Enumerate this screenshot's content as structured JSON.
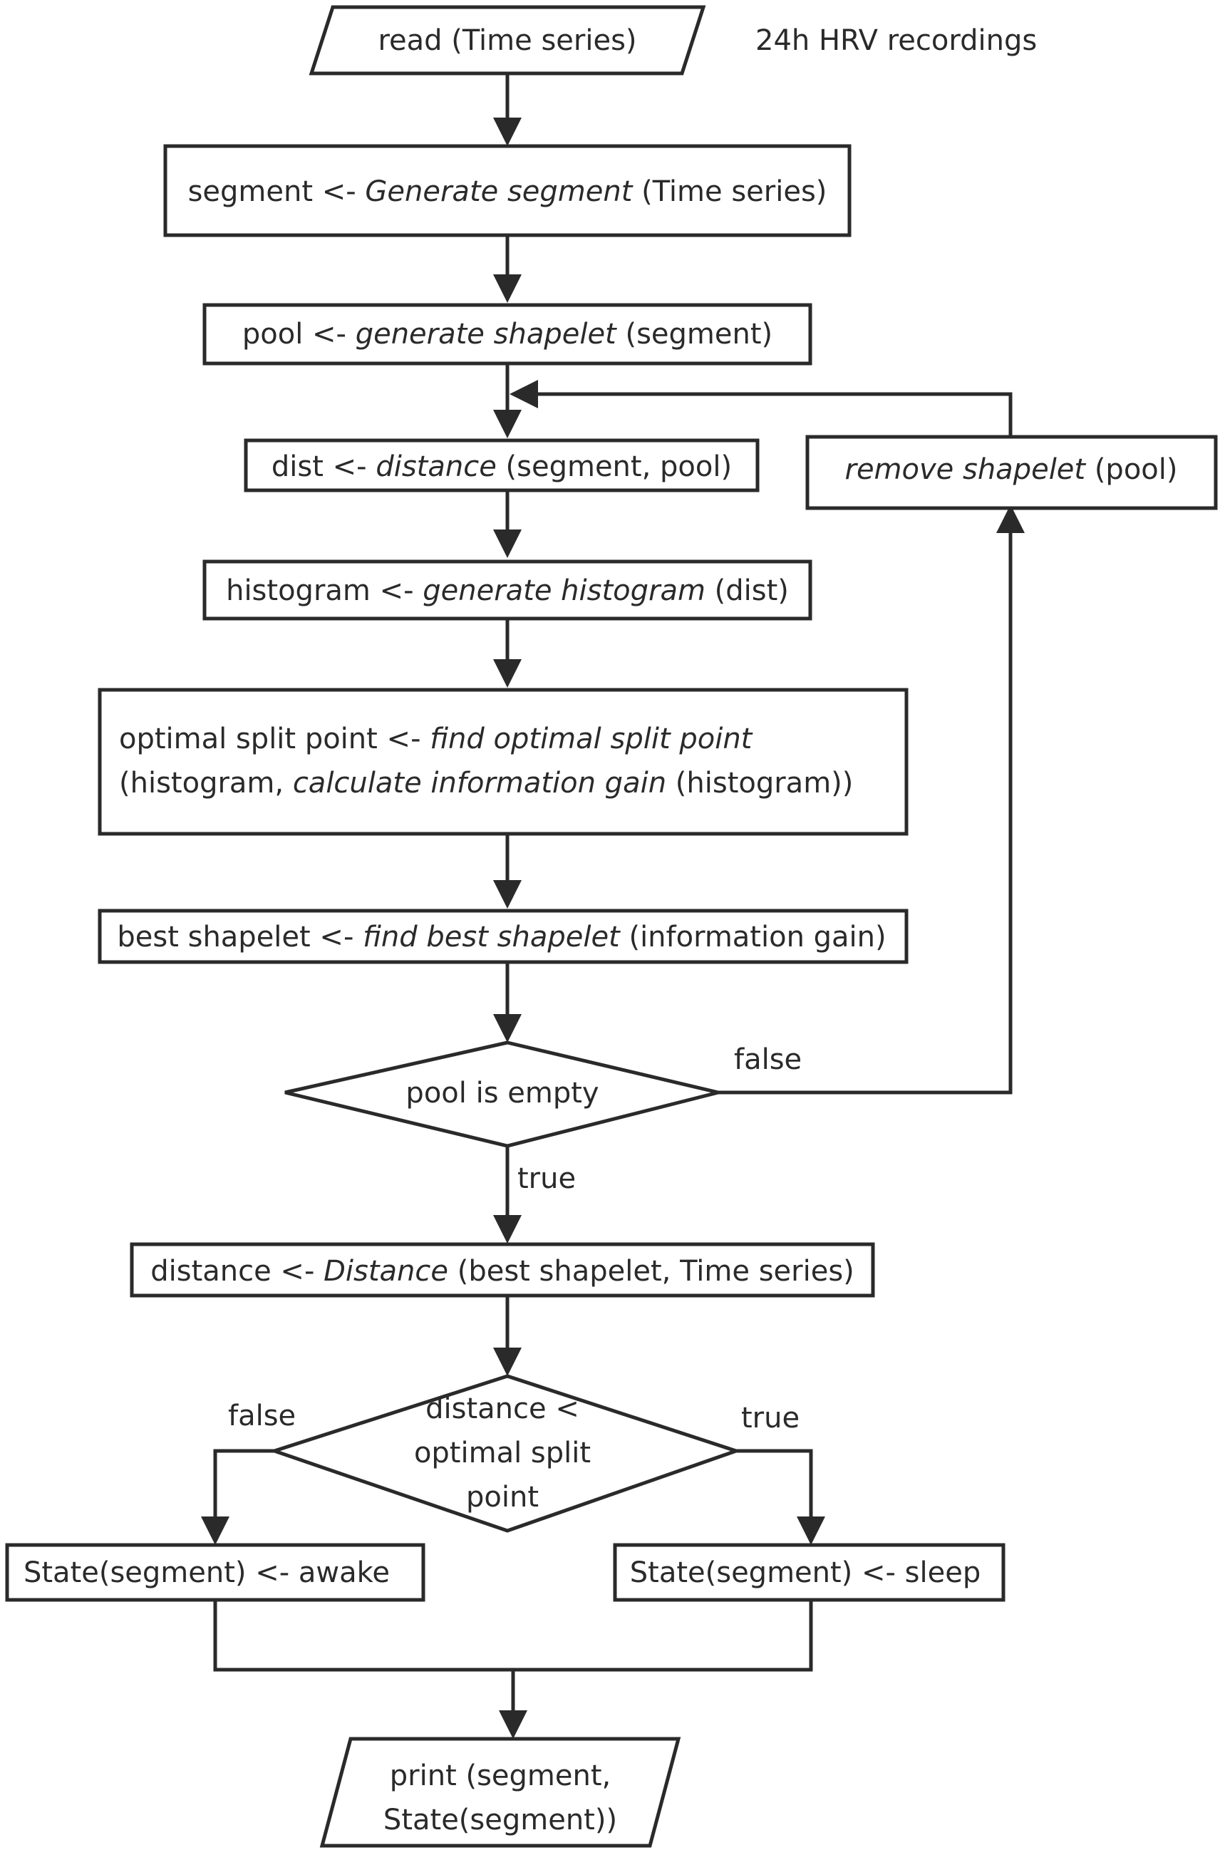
{
  "diagram": {
    "note": "24h HRV recordings",
    "nodes": {
      "read": {
        "type": "io",
        "lines": [
          [
            {
              "t": "read (Time series)"
            }
          ]
        ]
      },
      "segment": {
        "type": "process",
        "lines": [
          [
            {
              "t": "segment <- "
            },
            {
              "t": "Generate segment",
              "i": true
            },
            {
              "t": " (Time series)"
            }
          ]
        ]
      },
      "pool": {
        "type": "process",
        "lines": [
          [
            {
              "t": "pool <- "
            },
            {
              "t": "generate shapelet",
              "i": true
            },
            {
              "t": " (segment)"
            }
          ]
        ]
      },
      "dist": {
        "type": "process",
        "lines": [
          [
            {
              "t": "dist <- "
            },
            {
              "t": "distance",
              "i": true
            },
            {
              "t": " (segment, pool)"
            }
          ]
        ]
      },
      "remove": {
        "type": "process",
        "lines": [
          [
            {
              "t": "remove shapelet",
              "i": true
            },
            {
              "t": " (pool)"
            }
          ]
        ]
      },
      "histogram": {
        "type": "process",
        "lines": [
          [
            {
              "t": "histogram <- "
            },
            {
              "t": "generate histogram",
              "i": true
            },
            {
              "t": " (dist)"
            }
          ]
        ]
      },
      "split": {
        "type": "process",
        "lines": [
          [
            {
              "t": "optimal split point <- "
            },
            {
              "t": "find optimal split point",
              "i": true
            }
          ],
          [
            {
              "t": "(histogram, "
            },
            {
              "t": "calculate information gain",
              "i": true
            },
            {
              "t": " (histogram))"
            }
          ]
        ]
      },
      "best": {
        "type": "process",
        "lines": [
          [
            {
              "t": "best shapelet <- "
            },
            {
              "t": "find best shapelet",
              "i": true
            },
            {
              "t": " (information gain)"
            }
          ]
        ]
      },
      "empty": {
        "type": "decision",
        "lines": [
          [
            {
              "t": "pool is empty"
            }
          ]
        ]
      },
      "distance": {
        "type": "process",
        "lines": [
          [
            {
              "t": "distance <- "
            },
            {
              "t": "Distance",
              "i": true
            },
            {
              "t": " (best shapelet, Time series)"
            }
          ]
        ]
      },
      "compare": {
        "type": "decision",
        "lines": [
          [
            {
              "t": "distance <"
            }
          ],
          [
            {
              "t": "optimal split"
            }
          ],
          [
            {
              "t": "point"
            }
          ]
        ]
      },
      "awake": {
        "type": "process",
        "lines": [
          [
            {
              "t": "State(segment) <- awake"
            }
          ]
        ]
      },
      "sleep": {
        "type": "process",
        "lines": [
          [
            {
              "t": "State(segment) <- sleep"
            }
          ]
        ]
      },
      "print": {
        "type": "io",
        "lines": [
          [
            {
              "t": "print (segment,"
            }
          ],
          [
            {
              "t": "State(segment))"
            }
          ]
        ]
      }
    },
    "edges": [
      {
        "from": "read",
        "to": "segment",
        "label": ""
      },
      {
        "from": "segment",
        "to": "pool",
        "label": ""
      },
      {
        "from": "pool",
        "to": "dist",
        "label": ""
      },
      {
        "from": "dist",
        "to": "histogram",
        "label": ""
      },
      {
        "from": "histogram",
        "to": "split",
        "label": ""
      },
      {
        "from": "split",
        "to": "best",
        "label": ""
      },
      {
        "from": "best",
        "to": "empty",
        "label": ""
      },
      {
        "from": "empty",
        "to": "remove",
        "label": "false"
      },
      {
        "from": "remove",
        "to": "dist",
        "label": ""
      },
      {
        "from": "empty",
        "to": "distance",
        "label": "true"
      },
      {
        "from": "distance",
        "to": "compare",
        "label": ""
      },
      {
        "from": "compare",
        "to": "awake",
        "label": "false"
      },
      {
        "from": "compare",
        "to": "sleep",
        "label": "true"
      },
      {
        "from": "awake",
        "to": "print",
        "label": ""
      },
      {
        "from": "sleep",
        "to": "print",
        "label": ""
      }
    ]
  }
}
